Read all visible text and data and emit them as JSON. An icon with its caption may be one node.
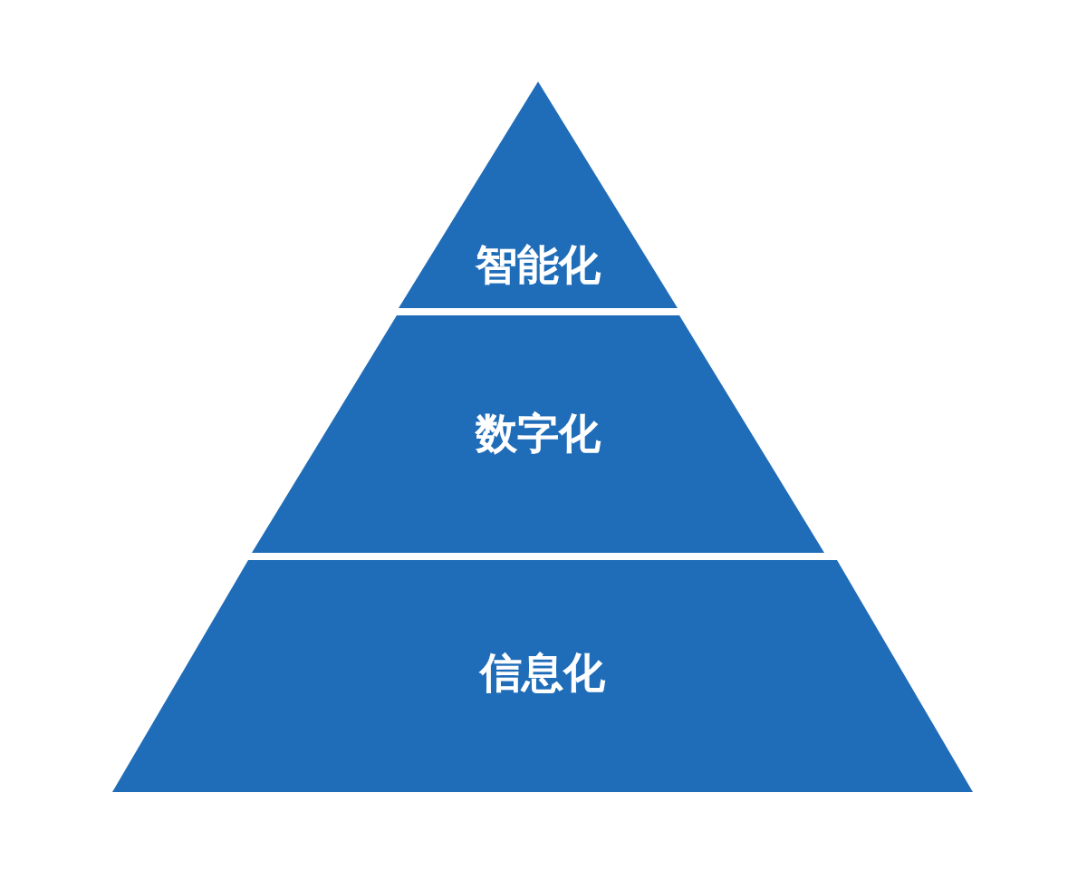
{
  "diagram": {
    "nodes": [
      {
        "text": [
          "智能化"
        ]
      },
      {
        "text": [
          "数字化"
        ]
      },
      {
        "text": [
          "信息化"
        ]
      }
    ]
  }
}
